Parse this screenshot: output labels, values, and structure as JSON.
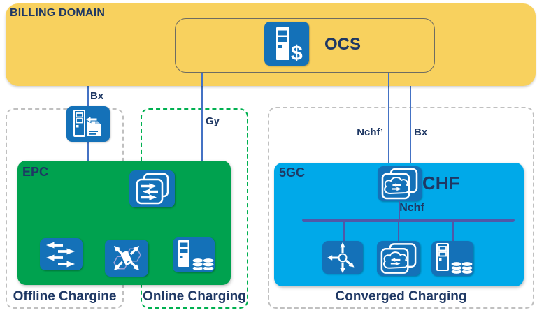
{
  "diagram": {
    "billing_domain": {
      "label": "BILLING DOMAIN",
      "color": "#F8D15E"
    },
    "ocs": {
      "label": "OCS",
      "icon": "server-dollar-icon"
    },
    "interfaces": {
      "bx_left": "Bx",
      "gy": "Gy",
      "nchf_prime": "Nchf’",
      "bx_right": "Bx",
      "nchf": "Nchf"
    },
    "domains": [
      {
        "id": "offline",
        "label": "Offline Chargine",
        "border_color": "#C0C0C0"
      },
      {
        "id": "online",
        "label": "Online Charging",
        "border_color": "#00B050"
      },
      {
        "id": "converged",
        "label": "Converged Charging",
        "border_color": "#C0C0C0"
      }
    ],
    "epc": {
      "label": "EPC",
      "color": "#00A24F",
      "icons": [
        "charging-gateway-icon",
        "switch-icon",
        "mobility-icon",
        "charging-data-server-icon"
      ]
    },
    "fivegc": {
      "label": "5GC",
      "color": "#00A9E9",
      "chf": {
        "label": "CHF",
        "icon": "chf-cloud-icon"
      },
      "bus_interface": "Nchf",
      "icons": [
        "routing-function-icon",
        "cloud-function-icon",
        "data-repository-icon"
      ]
    },
    "offline_gateway_icon": "server-log-icon",
    "colors": {
      "icon_blue": "#1471B8",
      "navy_text": "#1F3864",
      "line_blue": "#4472C4",
      "bus_purple": "#5058A8"
    }
  }
}
